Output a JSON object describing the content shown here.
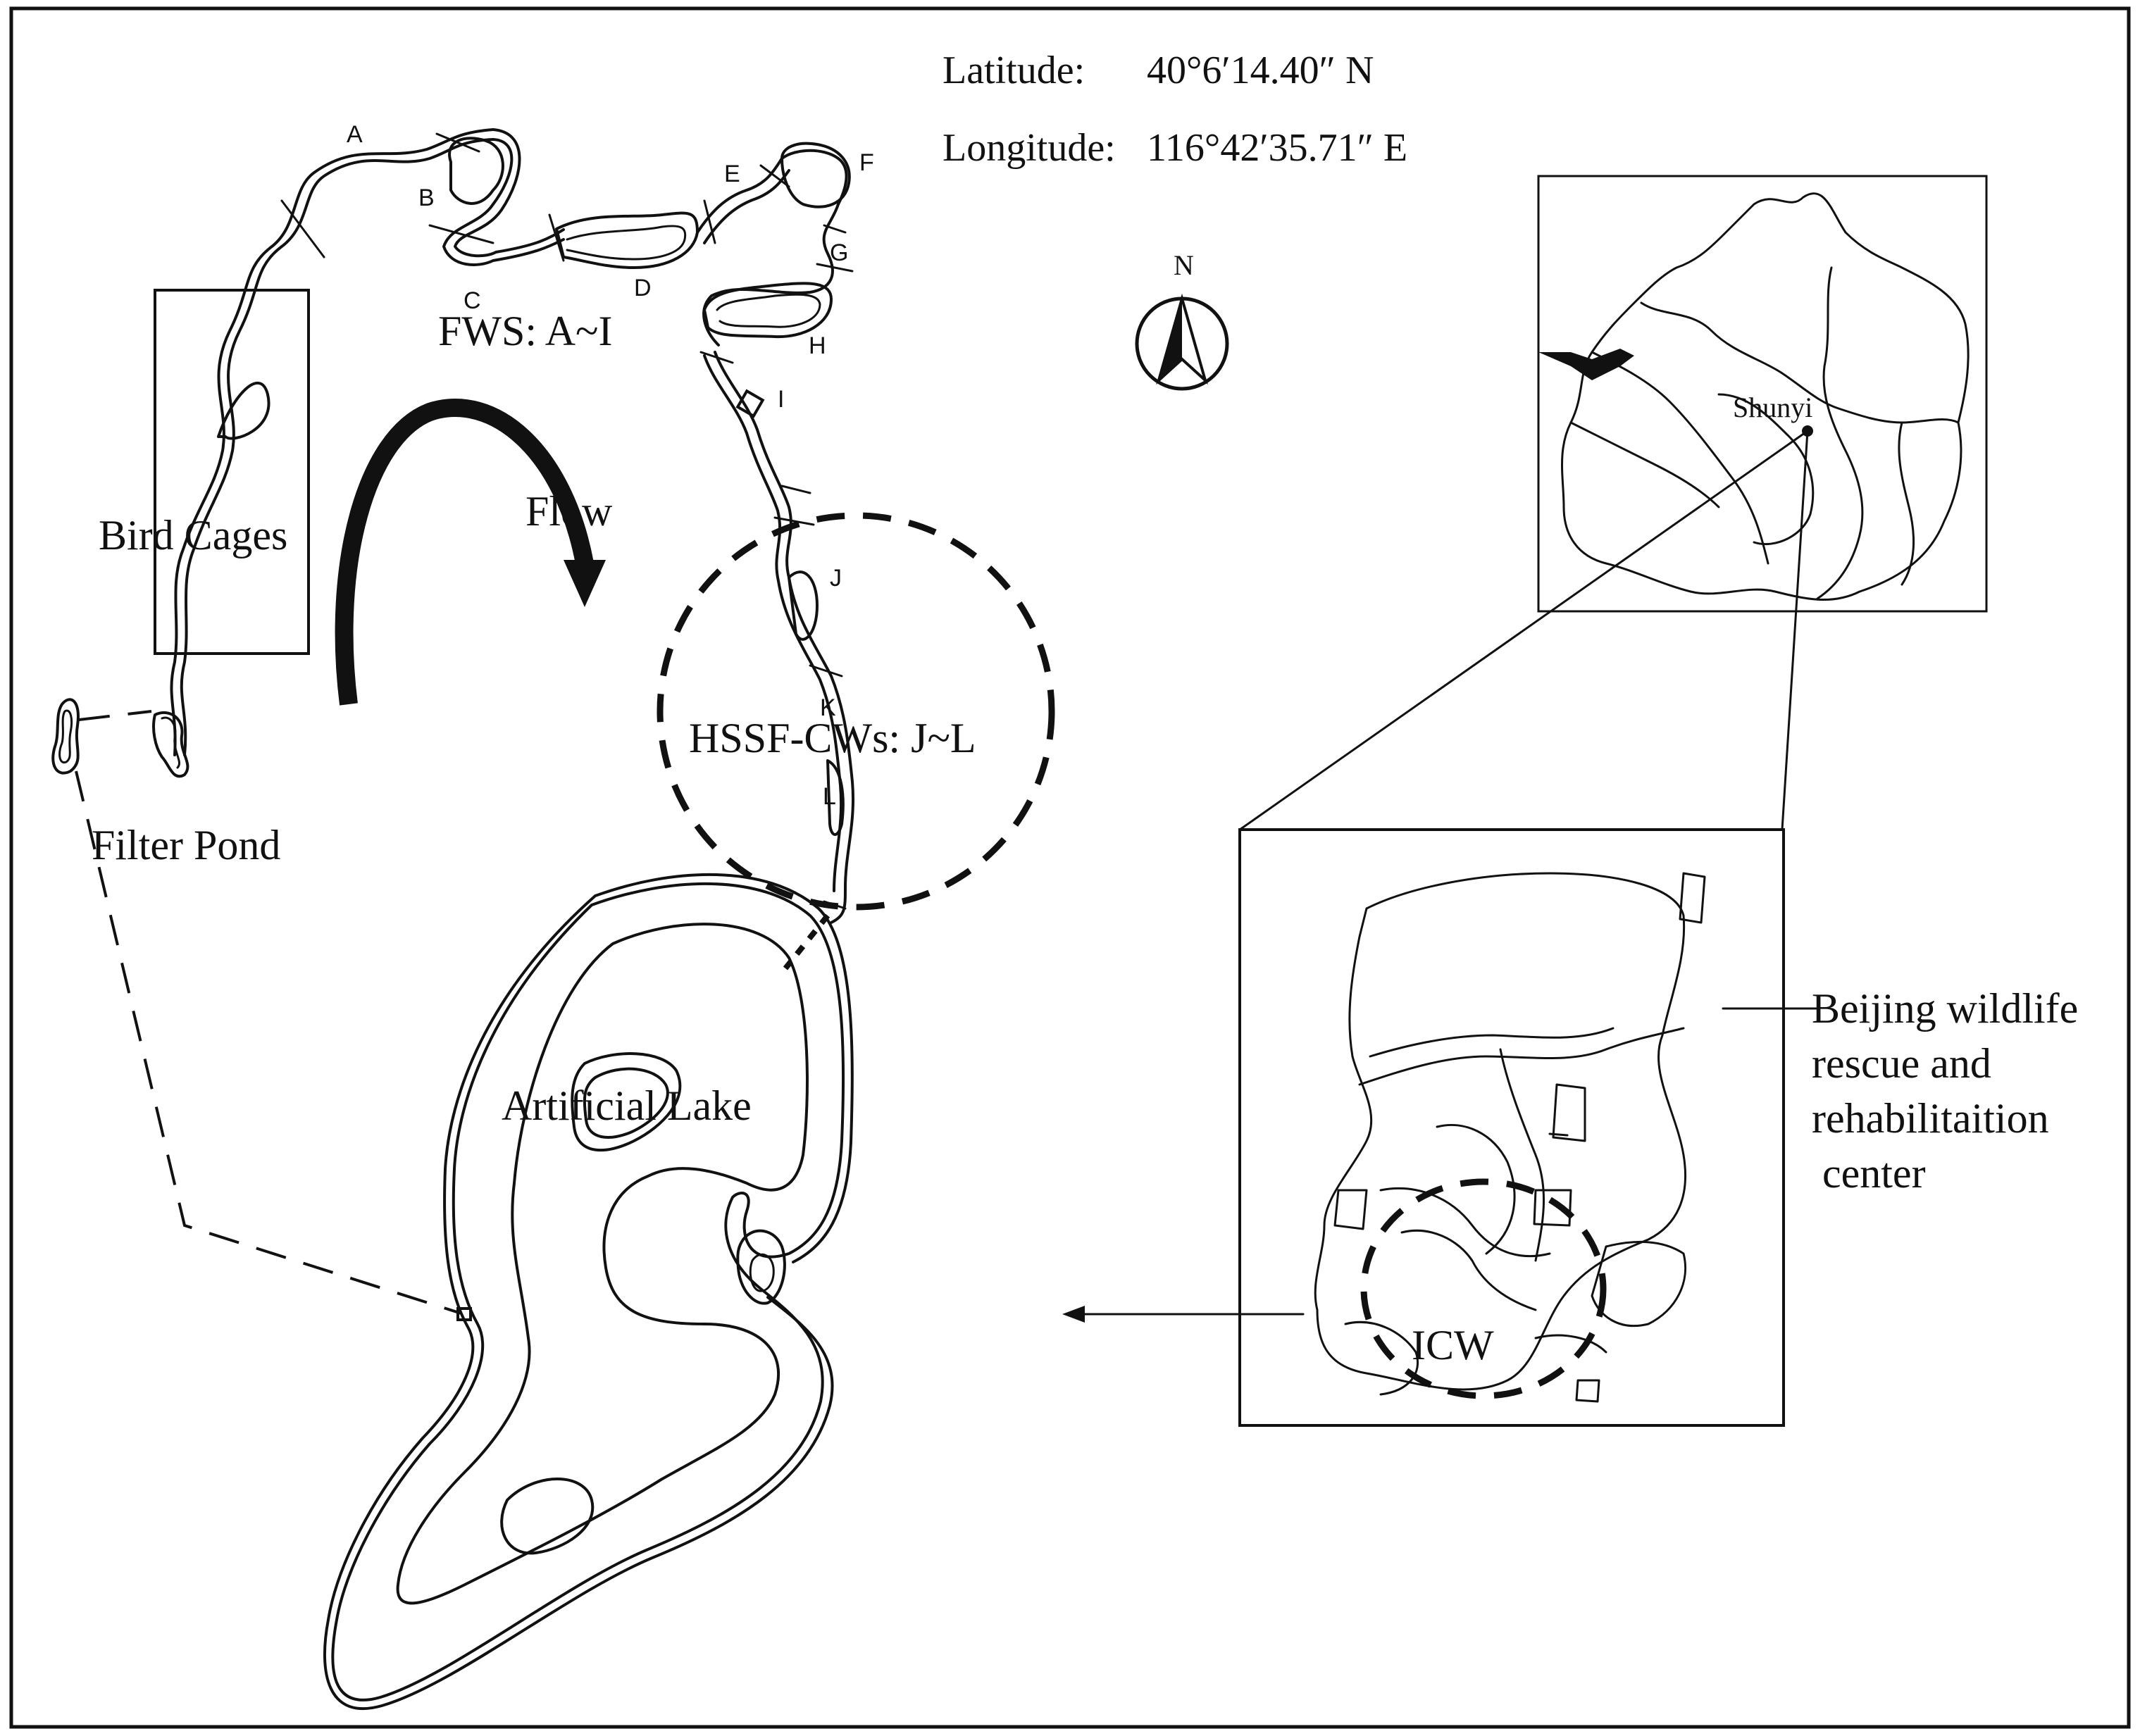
{
  "coordinates": {
    "latitude_label": "Latitude:",
    "latitude_value": "40°6′14.40″ N",
    "longitude_label": "Longitude:",
    "longitude_value": "116°42′35.71″ E"
  },
  "labels": {
    "fws": "FWS: A~I",
    "bird_cages": "Bird Cages",
    "flow": "Flow",
    "hssf": "HSSF-CWs: J~L",
    "filter_pond": "Filter Pond",
    "artificial_lake": "Artificial Lake",
    "icw": "ICW",
    "shunyi": "Shunyi",
    "north": "N"
  },
  "section_letters": {
    "a": "A",
    "b": "B",
    "c": "C",
    "d": "D",
    "e": "E",
    "f": "F",
    "g": "G",
    "h": "H",
    "i": "I",
    "j": "J",
    "k": "K",
    "l": "L"
  },
  "center_label": [
    "Beijing wildlife",
    "rescue and",
    "rehabilitaition",
    " center"
  ],
  "colors": {
    "ink": "#111111",
    "background": "#ffffff"
  }
}
